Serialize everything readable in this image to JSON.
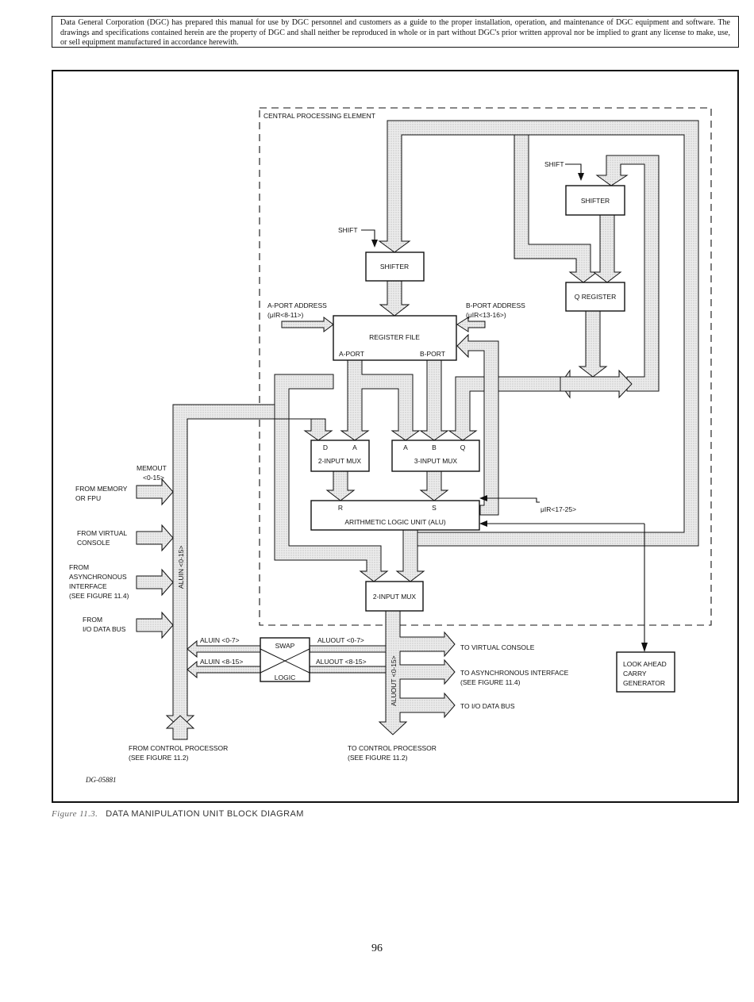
{
  "notice": "Data General Corporation (DGC) has prepared this manual for use by DGC personnel and customers as a guide to the proper installation, operation, and maintenance of DGC equipment and software. The drawings and specifications contained herein are the property of DGC and shall neither be reproduced in whole or in part without DGC's prior written approval nor be implied to grant any license to make, use, or sell equipment manufactured in accordance herewith.",
  "diagram": {
    "cpe_label": "CENTRAL PROCESSING ELEMENT",
    "shift_label": "SHIFT",
    "shifter_label": "SHIFTER",
    "q_register_label": "Q REGISTER",
    "a_port_address": "A-PORT ADDRESS",
    "a_port_bits": "(μIR<8-11>)",
    "b_port_address": "B-PORT ADDRESS",
    "b_port_bits": "(μIR<13-16>)",
    "register_file_label": "REGISTER FILE",
    "a_port_label": "A-PORT",
    "b_port_label": "B-PORT",
    "mux2_label": "2-INPUT MUX",
    "mux3_label": "3-INPUT MUX",
    "mux2_inputs": [
      "D",
      "A"
    ],
    "mux3_inputs": [
      "A",
      "B",
      "Q"
    ],
    "alu_label": "ARITHMETIC LOGIC UNIT (ALU)",
    "alu_inputs": [
      "R",
      "S"
    ],
    "uir_alu": "μIR<17-25>",
    "out_mux_label": "2-INPUT MUX",
    "look_ahead_label": [
      "LOOK AHEAD",
      "CARRY",
      "GENERATOR"
    ],
    "memout_label": "MEMOUT",
    "memout_bits": "<0-15>",
    "from_memory": [
      "FROM MEMORY",
      "OR FPU"
    ],
    "from_virtual_console": [
      "FROM VIRTUAL",
      "CONSOLE"
    ],
    "from_async": [
      "FROM",
      "ASYNCHRONOUS",
      "INTERFACE",
      "(SEE FIGURE 11.4)"
    ],
    "from_io": [
      "FROM",
      "I/O DATA BUS"
    ],
    "aluin_vertical": "ALUIN <0-15>",
    "aluin_07": "ALUIN <0-7>",
    "aluin_815": "ALUIN <8-15>",
    "swap_label": "SWAP",
    "logic_label": "LOGIC",
    "aluout_07": "ALUOUT <0-7>",
    "aluout_815": "ALUOUT <8-15>",
    "aluout_vertical": "ALUOUT <0-15>",
    "to_virtual_console": "TO VIRTUAL CONSOLE",
    "to_async": [
      "TO ASYNCHRONOUS INTERFACE",
      "(SEE FIGURE 11.4)"
    ],
    "to_io": "TO I/O DATA BUS",
    "from_control": [
      "FROM CONTROL PROCESSOR",
      "(SEE FIGURE 11.2)"
    ],
    "to_control": [
      "TO CONTROL PROCESSOR",
      "(SEE FIGURE 11.2)"
    ],
    "drawing_number": "DG-05881"
  },
  "caption": {
    "figure_number": "Figure 11.3.",
    "title": "DATA MANIPULATION UNIT BLOCK DIAGRAM"
  },
  "page_number": "96",
  "colors": {
    "bus_fill": "#e4e4e4",
    "line": "#111111"
  }
}
